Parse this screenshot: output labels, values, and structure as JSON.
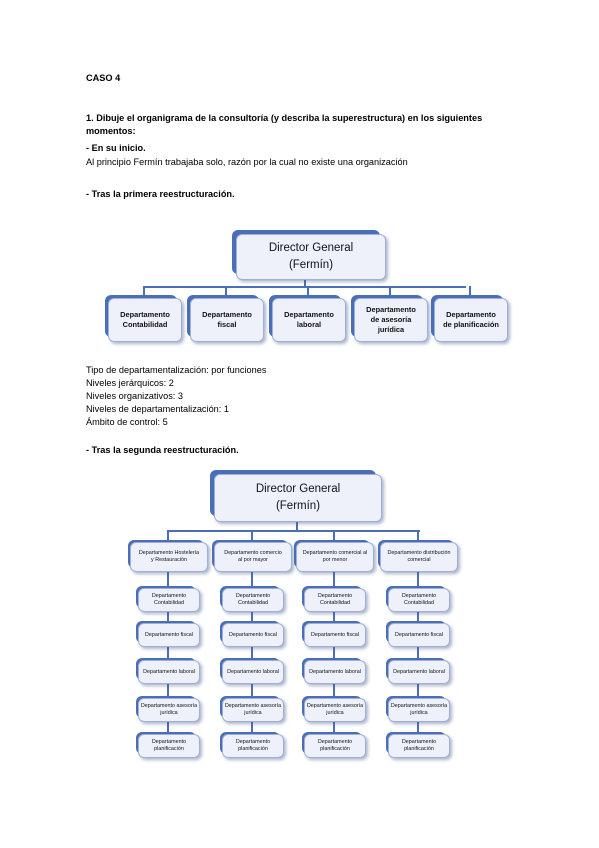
{
  "caso_title": "CASO 4",
  "question": {
    "line1": "1. Dibuje el organigrama de la consultoría (y describa la superestructura) en los siguientes",
    "line2": "momentos:"
  },
  "section1": {
    "heading": "- En su inicio.",
    "text": "Al principio Fermín trabajaba solo, razón por la cual no existe una organización"
  },
  "section2": {
    "heading": "- Tras la primera reestructuración.",
    "chart": {
      "director": [
        "Director General",
        "(Fermín)"
      ],
      "departments": [
        [
          "Departamento",
          "Contabilidad"
        ],
        [
          "Departamento",
          "fiscal"
        ],
        [
          "Departamento",
          "laboral"
        ],
        [
          "Departamento",
          "de asesoría",
          "jurídica"
        ],
        [
          "Departamento",
          "de planificación"
        ]
      ]
    },
    "facts": [
      "Tipo de departamentalización: por funciones",
      "Niveles jerárquicos: 2",
      "Niveles organizativos: 3",
      "Niveles de departamentalización: 1",
      "Ámbito de control: 5"
    ]
  },
  "section3": {
    "heading": "- Tras la segunda reestructuración.",
    "chart": {
      "director": [
        "Director General",
        "(Fermín)"
      ],
      "columns": [
        {
          "head": [
            "Departamento Hostelería",
            "y Restauración"
          ],
          "items": [
            [
              "Departamento",
              "Contabilidad"
            ],
            [
              "Departamento fiscal"
            ],
            [
              "Departamento laboral"
            ],
            [
              "Departamento asesoría",
              "jurídica"
            ],
            [
              "Departamento",
              "planificación"
            ]
          ]
        },
        {
          "head": [
            "Departamento comercio",
            "al por mayor"
          ],
          "items": [
            [
              "Departamento",
              "Contabilidad"
            ],
            [
              "Departamento fiscal"
            ],
            [
              "Departamento laboral"
            ],
            [
              "Departamento asesoría",
              "jurídica"
            ],
            [
              "Departamento",
              "planificación"
            ]
          ]
        },
        {
          "head": [
            "Departamento comercial al",
            "por menor"
          ],
          "items": [
            [
              "Departamento",
              "Contabilidad"
            ],
            [
              "Departamento fiscal"
            ],
            [
              "Departamento laboral"
            ],
            [
              "Departamento asesoría",
              "jurídica"
            ],
            [
              "Departamento",
              "planificación"
            ]
          ]
        },
        {
          "head": [
            "Departamento distribución",
            "comercial"
          ],
          "items": [
            [
              "Departamento",
              "Contabilidad"
            ],
            [
              "Departamento fiscal"
            ],
            [
              "Departamento laboral"
            ],
            [
              "Departamento asesoría",
              "jurídica"
            ],
            [
              "Departamento",
              "planificación"
            ]
          ]
        }
      ]
    }
  }
}
